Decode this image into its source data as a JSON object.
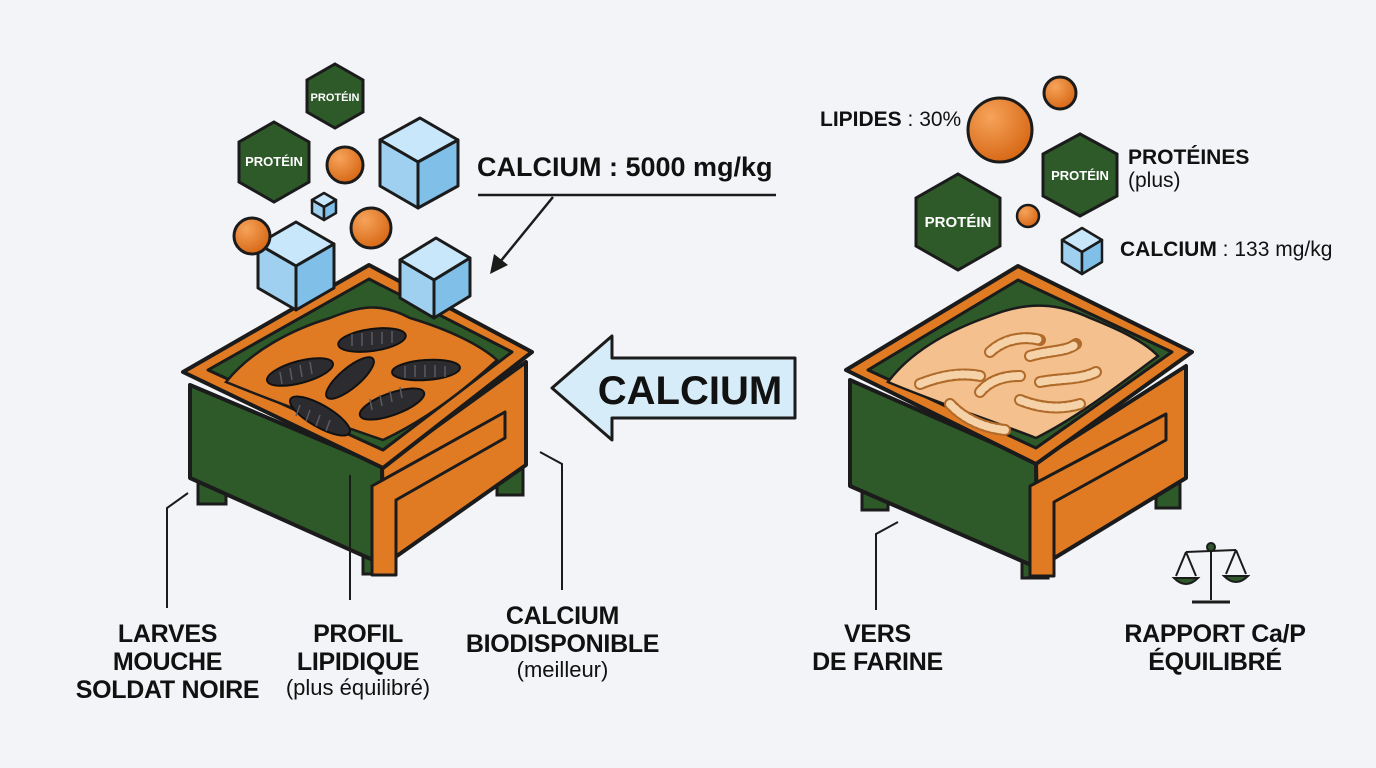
{
  "left_bin": {
    "calcium_callout": "CALCIUM : 5000 mg/kg",
    "hex_label": "PROTÉIN",
    "labels": [
      {
        "title_line1": "LARVES MOUCHE",
        "title_line2": "SOLDAT NOIRE",
        "sub": ""
      },
      {
        "title_line1": "PROFIL",
        "title_line2": "LIPIDIQUE",
        "sub": "(plus équilibré)"
      },
      {
        "title_line1": "CALCIUM",
        "title_line2": "BIODISPONIBLE",
        "sub": "(meilleur)"
      }
    ]
  },
  "center_arrow": {
    "label": "CALCIUM"
  },
  "right_bin": {
    "hex_label": "PROTÉIN",
    "lipides": {
      "name": "LIPIDES",
      "value": " : 30%"
    },
    "proteines": {
      "name": "PROTÉINES",
      "sub": "(plus)"
    },
    "calcium": {
      "name": "CALCIUM",
      "value": " : 133 mg/kg"
    },
    "labels": [
      {
        "title_line1": "VERS",
        "title_line2": "DE FARINE"
      },
      {
        "title_line1": "RAPPORT Ca/P",
        "title_line2": "ÉQUILIBRÉ"
      }
    ]
  },
  "colors": {
    "green": "#2e5a2a",
    "orange": "#e07b24",
    "cube": "#a9d6f2",
    "arrow_fill": "#d6ecf8",
    "dark_larva": "#2c2c30",
    "mealworm": "#f3c08e"
  }
}
